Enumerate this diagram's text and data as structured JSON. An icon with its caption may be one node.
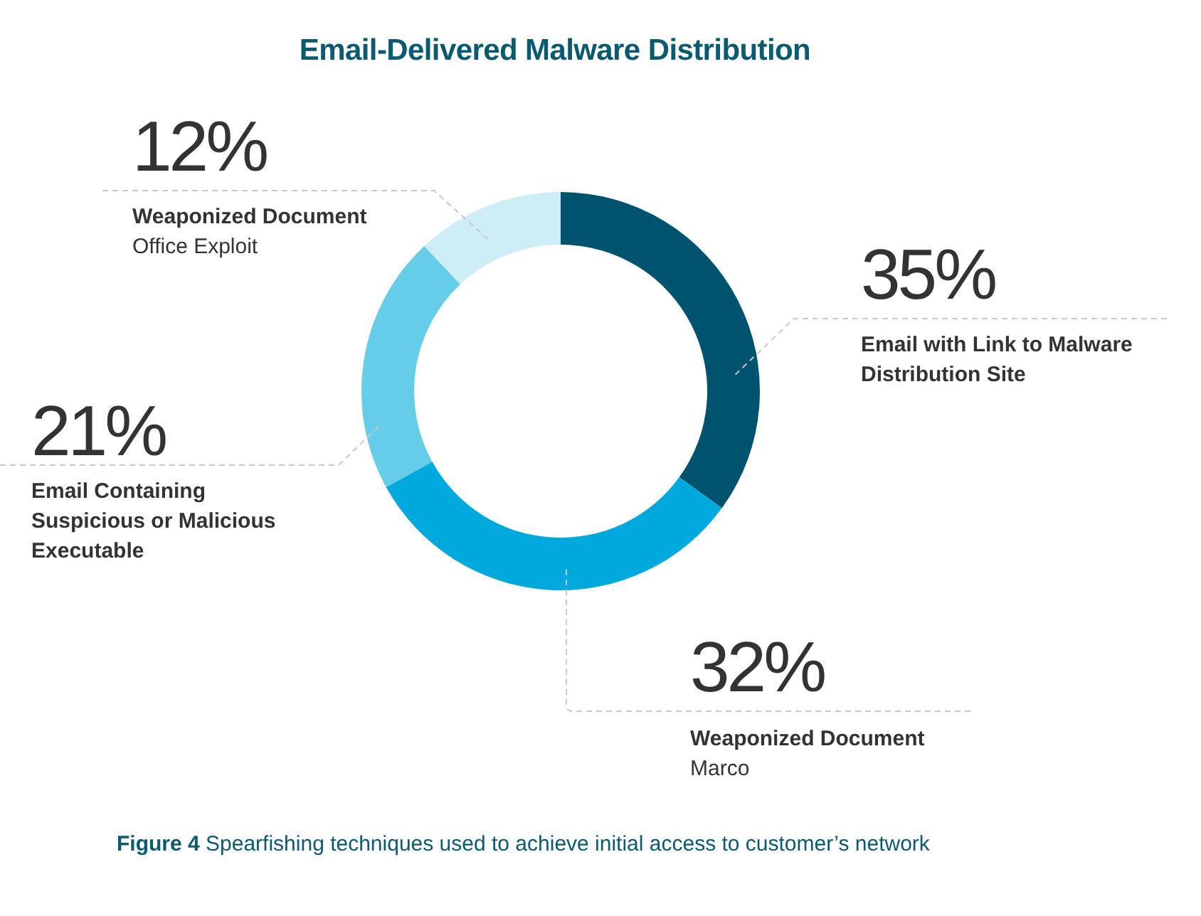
{
  "diagram": {
    "title": "Email-Delivered Malware Distribution",
    "caption": "**Figure 4** Spearfishing techniques used to achieve initial access to customer’s network",
    "chart_data": {
      "type": "donut",
      "categories": [
        "Email with Link to Malware Distribution Site",
        "Weaponized Document",
        "Email Containing Suspicious or Malicious Executable",
        "Weaponized Document"
      ],
      "series": [
        {
          "colors": [
            "#00536e",
            "#00a9dd",
            "#66cde8",
            "#cdeef7"
          ],
          "values": [
            35,
            32,
            21,
            12
          ]
        }
      ],
      "value_labels": [
        "35%",
        "32%",
        "21%",
        "12%"
      ]
    },
    "labels": [
      "Marco",
      "Office Exploit"
    ]
  }
}
